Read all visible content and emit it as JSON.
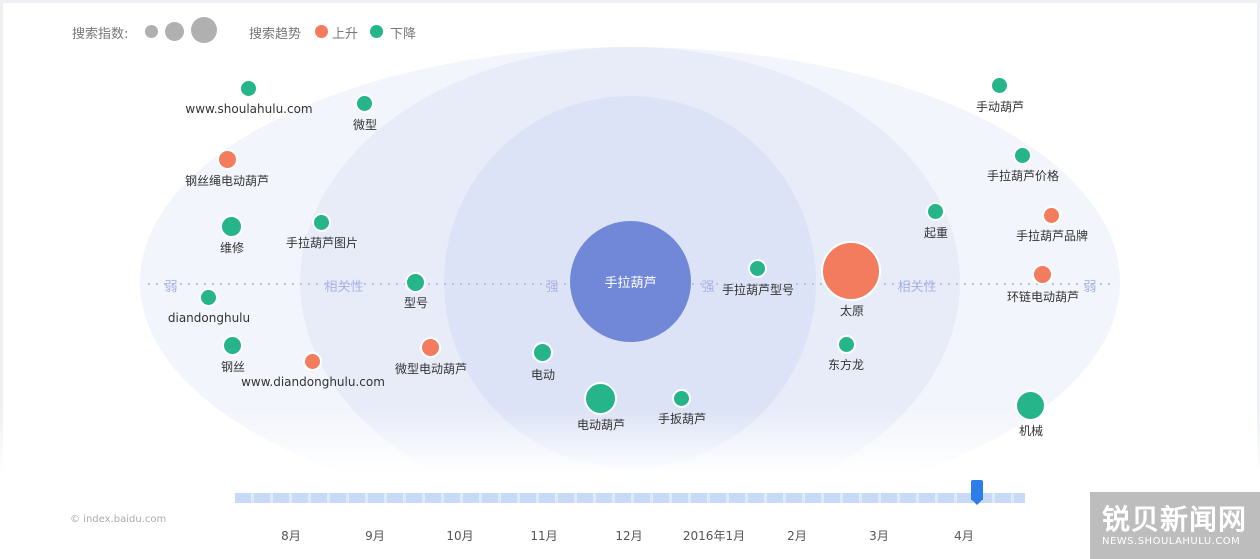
{
  "legend": {
    "index_label": "搜索指数:",
    "trend_label": "搜索趋势",
    "up_label": "上升",
    "down_label": "下降",
    "up_color": "#f47c5e",
    "down_color": "#26b48a",
    "size_color": "#b0b0b0"
  },
  "center": {
    "label": "手拉葫芦",
    "color": "#7188d8"
  },
  "scale": {
    "weak_left": "弱",
    "relevance_left": "相关性",
    "strong_left": "强",
    "strong_right": "强",
    "relevance_right": "相关性",
    "weak_right": "弱"
  },
  "bubbles": [
    {
      "label": "www.shoulahulu.com",
      "trend": "down"
    },
    {
      "label": "微型",
      "trend": "down"
    },
    {
      "label": "钢丝绳电动葫芦",
      "trend": "up"
    },
    {
      "label": "维修",
      "trend": "down"
    },
    {
      "label": "手拉葫芦图片",
      "trend": "down"
    },
    {
      "label": "型号",
      "trend": "down"
    },
    {
      "label": "diandonghulu",
      "trend": "down"
    },
    {
      "label": "钢丝",
      "trend": "down"
    },
    {
      "label": "www.diandonghulu.com",
      "trend": "up"
    },
    {
      "label": "微型电动葫芦",
      "trend": "up"
    },
    {
      "label": "电动",
      "trend": "down"
    },
    {
      "label": "电动葫芦",
      "trend": "down"
    },
    {
      "label": "手扳葫芦",
      "trend": "down"
    },
    {
      "label": "手拉葫芦型号",
      "trend": "down"
    },
    {
      "label": "太原",
      "trend": "up"
    },
    {
      "label": "东方龙",
      "trend": "down"
    },
    {
      "label": "起重",
      "trend": "down"
    },
    {
      "label": "手动葫芦",
      "trend": "down"
    },
    {
      "label": "手拉葫芦价格",
      "trend": "down"
    },
    {
      "label": "手拉葫芦品牌",
      "trend": "up"
    },
    {
      "label": "环链电动葫芦",
      "trend": "up"
    },
    {
      "label": "机械",
      "trend": "down"
    }
  ],
  "timeline": {
    "months": [
      "8月",
      "9月",
      "10月",
      "11月",
      "12月",
      "2016年1月",
      "2月",
      "3月",
      "4月"
    ],
    "selected": "4月"
  },
  "copyright": "© index.baidu.com",
  "watermark": {
    "logo": "锐贝新闻网",
    "url": "NEWS.SHOULAHULU.COM"
  }
}
